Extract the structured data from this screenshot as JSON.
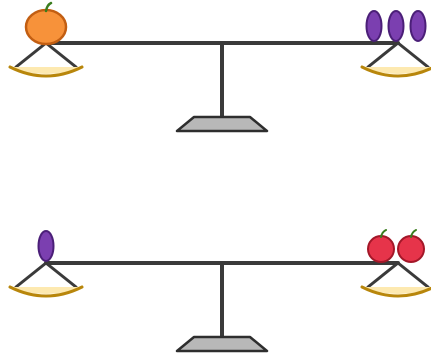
{
  "colors": {
    "beam": "#3a3a3a",
    "base_fill": "#b8b8b8",
    "base_stroke": "#2e2e2e",
    "pan_fill": "#fde9b0",
    "pan_rim": "#b8860b",
    "orange_fill": "#f7923a",
    "orange_stroke": "#c25e12",
    "stem": "#3a7d1e",
    "plum_fill": "#7b3fb0",
    "plum_stroke": "#4b1f78",
    "apple_fill": "#e6344a",
    "apple_stroke": "#a31728"
  },
  "scales": [
    {
      "name": "top-scale",
      "left_pan": {
        "fruit": "orange",
        "count": 1
      },
      "right_pan": {
        "fruit": "plum",
        "count": 3
      }
    },
    {
      "name": "bottom-scale",
      "left_pan": {
        "fruit": "plum",
        "count": 1
      },
      "right_pan": {
        "fruit": "apple",
        "count": 2
      }
    }
  ]
}
